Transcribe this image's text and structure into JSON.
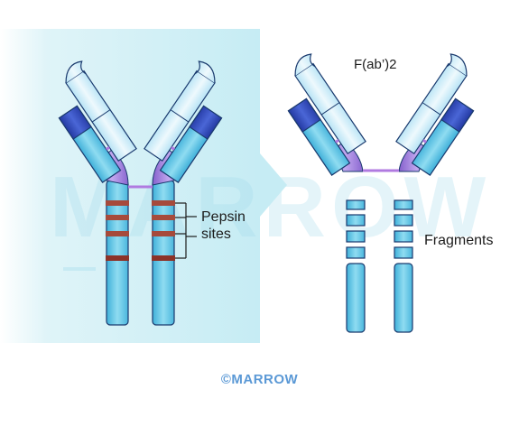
{
  "labels": {
    "fab": "F(ab’)2",
    "pepsin_line1": "Pepsin",
    "pepsin_line2": "sites",
    "fragments": "Fragments"
  },
  "logo": {
    "text": "©MARROW",
    "watermark": "MARROW"
  },
  "colors": {
    "panel": "#cdeef5",
    "heavy_chain": "#6cc7e4",
    "light_chain": "#c8e9f6",
    "dark_blue": "#2f47b5",
    "hinge": "#9b7ad6",
    "pepsin_band": "#a64a3b",
    "outline": "#1a3a6e",
    "logo": "#5b99d6"
  },
  "diagram": {
    "intact_antibody": "antibody with pepsin sites",
    "product": "F(ab')2 plus fragments"
  }
}
